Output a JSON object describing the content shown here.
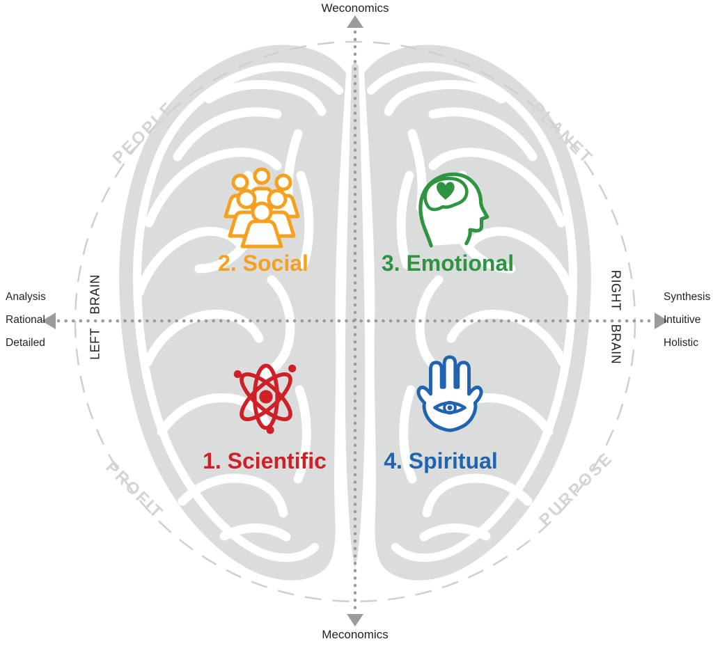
{
  "colors": {
    "social": "#F5A01F",
    "emotional": "#2E9441",
    "scientific": "#CE2127",
    "spiritual": "#2063AE",
    "brain": "#DBDDDD",
    "circle": "#CDCFD0",
    "axis": "#9B9B9B",
    "corner": "#D2D4D5",
    "text": "#231F20"
  },
  "axes": {
    "top_label": "Weconomics",
    "bottom_label": "Meconomics",
    "left_terms": [
      "Analysis",
      "Rational",
      "Detailed"
    ],
    "right_terms": [
      "Synthesis",
      "Intuitive",
      "Holistic"
    ],
    "left_brain": "LEFT BRAIN",
    "right_brain": "RIGHT BRAIN",
    "arrow_icons": [
      "up-arrow-icon",
      "down-arrow-icon",
      "left-arrow-icon",
      "right-arrow-icon"
    ]
  },
  "corners": {
    "top_left": "PEOPLE",
    "top_right": "PLANET",
    "bottom_left": "PROFIT",
    "bottom_right": "PURPOSE"
  },
  "quadrants": {
    "social": {
      "label": "2. Social",
      "icon": "crowd-icon"
    },
    "emotional": {
      "label": "3. Emotional",
      "icon": "head-with-heart-icon"
    },
    "scientific": {
      "label": "1. Scientific",
      "icon": "atom-icon"
    },
    "spiritual": {
      "label": "4. Spiritual",
      "icon": "hamsa-hand-eye-icon"
    }
  }
}
